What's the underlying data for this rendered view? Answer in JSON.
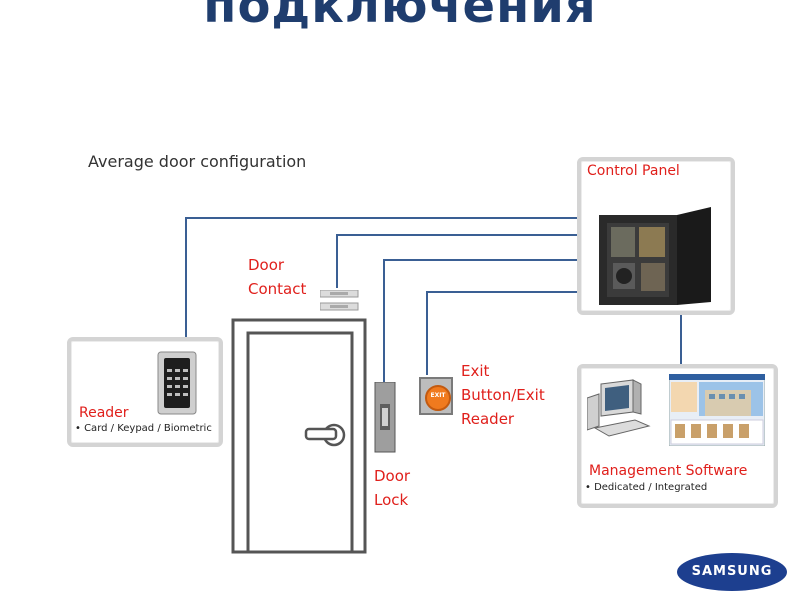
{
  "title": "подключения",
  "subtitle": "Average door configuration",
  "control_panel": {
    "label": "Control Panel"
  },
  "door_contact": {
    "line1": "Door",
    "line2": "Contact"
  },
  "reader": {
    "label": "Reader",
    "bullet": "• Card / Keypad / Biometric"
  },
  "exit_button": {
    "line1": "Exit",
    "line2": "Button/Exit",
    "line3": "Reader",
    "button_text": "EXIT"
  },
  "door_lock": {
    "line1": "Door",
    "line2": "Lock"
  },
  "management_software": {
    "label": "Management Software",
    "bullet": "• Dedicated / Integrated"
  },
  "logo": {
    "text": "SAMSUNG"
  },
  "colors": {
    "wire": "#3a5f94",
    "label": "#e0201c",
    "title": "#1f3d6e",
    "frame": "#d4d4d4"
  }
}
